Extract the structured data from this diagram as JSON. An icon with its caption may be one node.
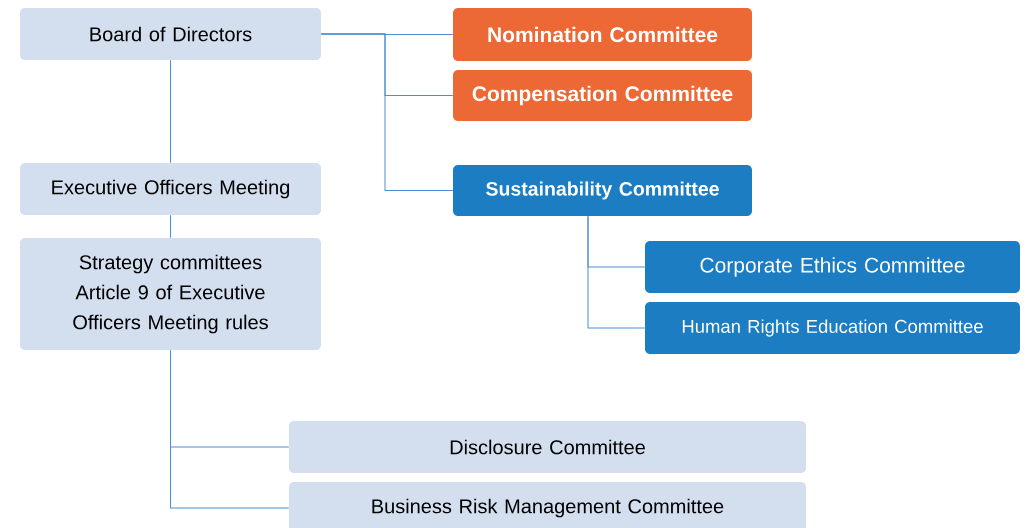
{
  "diagram": {
    "nodes": [
      {
        "text": [
          "Board of Directors"
        ]
      },
      {
        "text": [
          "Nomination Committee"
        ]
      },
      {
        "text": [
          "Compensation Committee"
        ]
      },
      {
        "text": [
          "Executive Officers Meeting"
        ]
      },
      {
        "text": [
          "Strategy committees Article 9 of Executive Officers Meeting rules"
        ]
      },
      {
        "text": [
          "Sustainability Committee"
        ]
      },
      {
        "text": [
          "Corporate Ethics Committee"
        ]
      },
      {
        "text": [
          "Human Rights Education Committee"
        ]
      },
      {
        "text": [
          "Disclosure Committee"
        ]
      },
      {
        "text": [
          "Business Risk Management Committee"
        ]
      }
    ],
    "edges": [
      {
        "from": 0,
        "to": 1,
        "arrow": "none"
      },
      {
        "from": 0,
        "to": 2,
        "arrow": "none"
      },
      {
        "from": 0,
        "to": 5,
        "arrow": "none"
      },
      {
        "from": 0,
        "to": 3,
        "arrow": "none"
      },
      {
        "from": 3,
        "to": 4,
        "arrow": "none"
      },
      {
        "from": 5,
        "to": 6,
        "arrow": "none"
      },
      {
        "from": 5,
        "to": 7,
        "arrow": "none"
      },
      {
        "from": 4,
        "to": 8,
        "arrow": "none"
      },
      {
        "from": 4,
        "to": 9,
        "arrow": "none"
      }
    ]
  }
}
